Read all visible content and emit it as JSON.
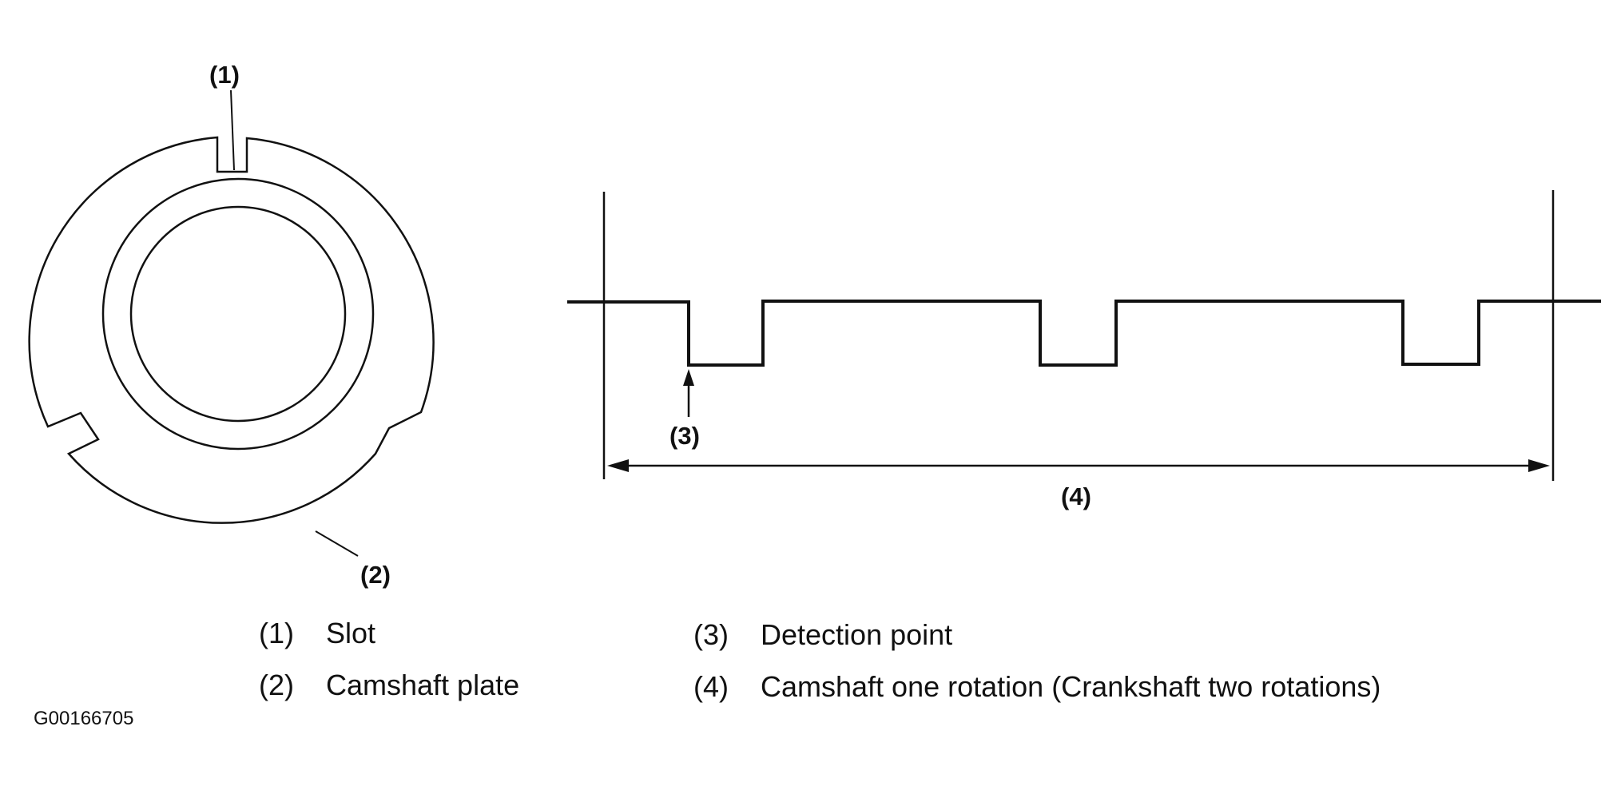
{
  "callouts": {
    "slot": "(1)",
    "camshaft_plate": "(2)",
    "detection_point": "(3)",
    "one_rotation": "(4)"
  },
  "legend": [
    {
      "num": "(1)",
      "text": "Slot"
    },
    {
      "num": "(2)",
      "text": "Camshaft plate"
    },
    {
      "num": "(3)",
      "text": "Detection point"
    },
    {
      "num": "(4)",
      "text": "Camshaft one rotation (Crankshaft two rotations)"
    }
  ],
  "figure_id": "G00166705"
}
